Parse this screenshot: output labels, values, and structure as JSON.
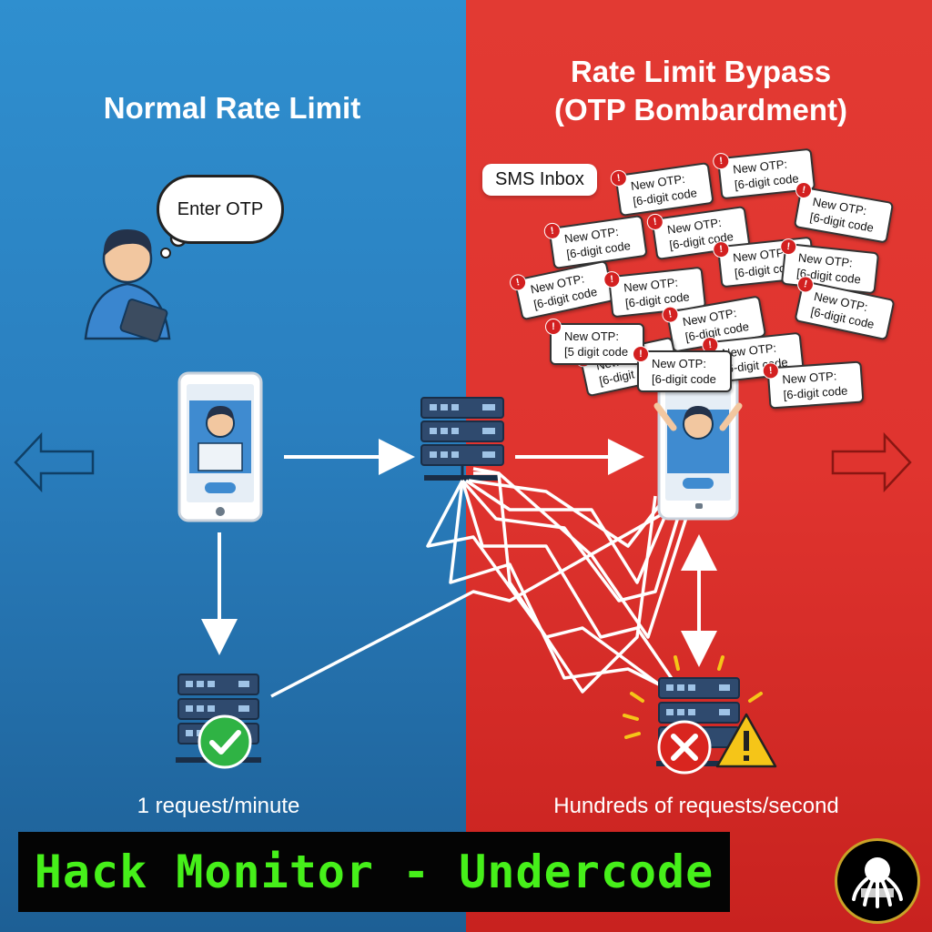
{
  "colors": {
    "left_bg": "#2a7fbf",
    "right_bg": "#e0342f",
    "banner_text": "#46f01a",
    "banner_bg": "#040404"
  },
  "left": {
    "title": "Normal Rate Limit",
    "thought": "Enter OTP",
    "caption": "1 request/minute",
    "status_icon": "check-icon"
  },
  "right": {
    "title_line1": "Rate Limit Bypass",
    "title_line2": "(OTP Bombardment)",
    "inbox_label": "SMS Inbox",
    "caption": "Hundreds of requests/second",
    "status_icon": "cross-icon",
    "warning_icon": "warning-icon",
    "notifications": [
      {
        "badge": "!",
        "line1": "New OTP:",
        "line2": "[6-digit code"
      },
      {
        "badge": "!",
        "line1": "New OTP:",
        "line2": "[6-digit code"
      },
      {
        "badge": "!",
        "line1": "New OTP:",
        "line2": "[6-digit code"
      },
      {
        "badge": "!",
        "line1": "New OTP:",
        "line2": "[6-digit code"
      },
      {
        "badge": "!",
        "line1": "New OTP:",
        "line2": "[6-digit code"
      },
      {
        "badge": "!",
        "line1": "New OTP:",
        "line2": "[6-digit code"
      },
      {
        "badge": "!",
        "line1": "New OTP:",
        "line2": "[6-digit code"
      },
      {
        "badge": "!",
        "line1": "New OTP:",
        "line2": "[6-digit code"
      },
      {
        "badge": "!",
        "line1": "New OTP:",
        "line2": "[6-digit code"
      },
      {
        "badge": "!",
        "line1": "New OTP:",
        "line2": "[6-digit code"
      },
      {
        "badge": "!",
        "line1": "New OTP:",
        "line2": "[6-digit code"
      },
      {
        "badge": "!",
        "line1": "New OTP:",
        "line2": "[6-digit code"
      },
      {
        "badge": "!",
        "line1": "New OTP:",
        "line2": "[5 digit code"
      },
      {
        "badge": "!",
        "line1": "New OTP:",
        "line2": "[6-digit code"
      },
      {
        "badge": "!",
        "line1": "New OTP:",
        "line2": "[6-digit code"
      },
      {
        "badge": "!",
        "line1": "New OTP:",
        "line2": "[6-digit code"
      }
    ]
  },
  "banner": {
    "text": "Hack Monitor - Undercode"
  },
  "logo": {
    "icon": "octopus-logo-icon"
  }
}
